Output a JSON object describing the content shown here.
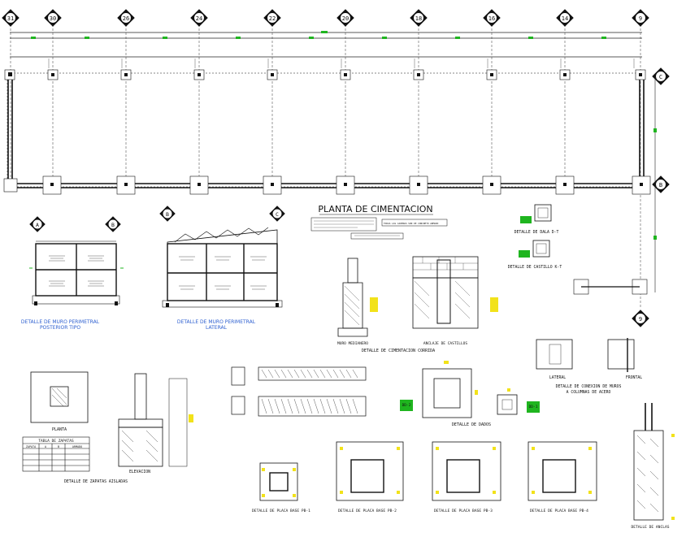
{
  "axes_top": [
    "31",
    "30",
    "26",
    "24",
    "22",
    "20",
    "18",
    "16",
    "14",
    "9"
  ],
  "axes_right": [
    "C",
    "B"
  ],
  "axes_mid": [
    "A",
    "B",
    "B",
    "C"
  ],
  "axis_bottom_right": "9",
  "plan": {
    "title": "PLANTA DE CIMENTACION",
    "notes": [
      "TODAS LAS CADENAS SON DE CONCRETO ARMADO"
    ]
  },
  "details": {
    "muro_posterior": [
      "DETALLE DE MURO PERIMETRAL",
      "POSTERIOR TIPO"
    ],
    "muro_lateral": [
      "DETALLE DE MURO PERIMETRAL",
      "LATERAL"
    ],
    "muro_medianero": "MURO MEDIANERO",
    "anclaje_castillos": "ANCLAJE DE CASTILLOS",
    "cimentacion_corrida": "DETALLE DE CIMENTACION CORRIDA",
    "dala": "DETALLE DE DALA D-T",
    "castillo": "DETALLE DE CASTILLO K-T",
    "conexion": [
      "DETALLE DE CONEXION DE MUROS",
      "A COLUMNAS DE ACERO"
    ],
    "lateral": "LATERAL",
    "frontal": "FRONTAL",
    "dados": "DETALLE DE DADOS",
    "planta": "PLANTA",
    "elevacion": "ELEVACION",
    "zapatas": "DETALLE DE ZAPATAS AISLADAS",
    "tabla_zapatas": "TABLA DE ZAPATAS",
    "tabla_cols": [
      "ZAPATA",
      "A",
      "B",
      "ARMADO"
    ],
    "placas": [
      "DETALLE DE PLACA BASE PB-1",
      "DETALLE DE PLACA BASE PB-2",
      "DETALLE DE PLACA BASE PB-3",
      "DETALLE DE PLACA BASE PB-4"
    ],
    "anclas": "DETALLE DE ANCLAS",
    "dado_labels": [
      "DD-2",
      "DD-1"
    ]
  }
}
